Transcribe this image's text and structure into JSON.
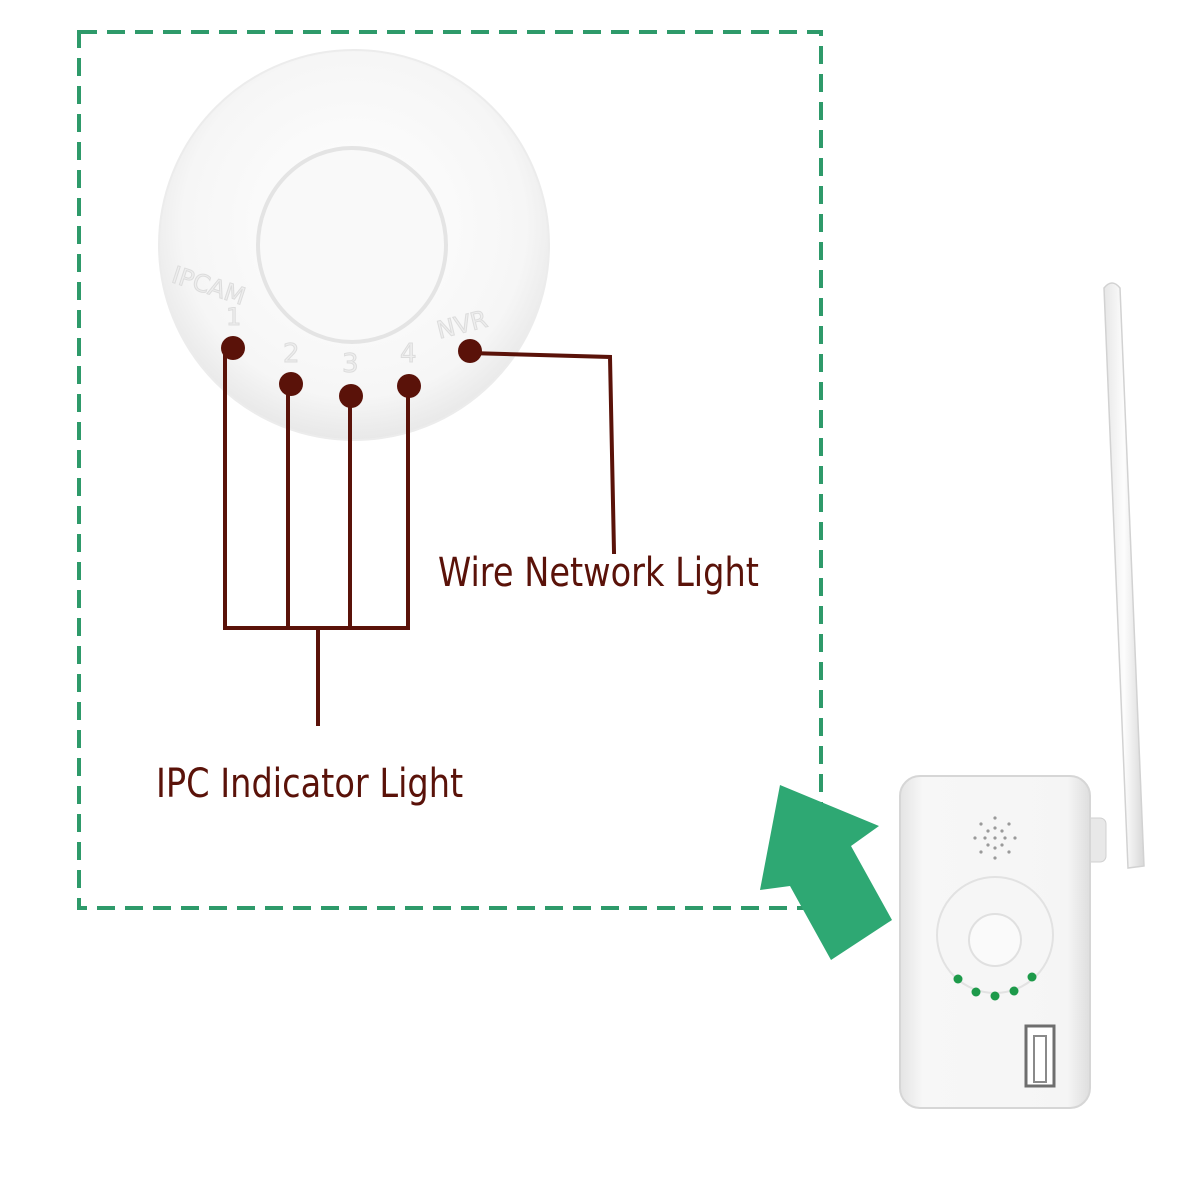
{
  "callouts": {
    "wire_network_light": "Wire Network Light",
    "ipc_indicator_light": "IPC Indicator Light"
  },
  "panel_labels": {
    "ipcam": "IPCAM",
    "port_1": "1",
    "port_2": "2",
    "port_3": "3",
    "port_4": "4",
    "nvr": "NVR"
  },
  "colors": {
    "callout": "#5a1209",
    "dashed_frame": "#2e9a6a",
    "arrow": "#2ea873",
    "led": "#1d9a4a"
  },
  "icons": {
    "arrow": "zoom-pointer-arrow",
    "device": "wifi-repeater-device"
  }
}
